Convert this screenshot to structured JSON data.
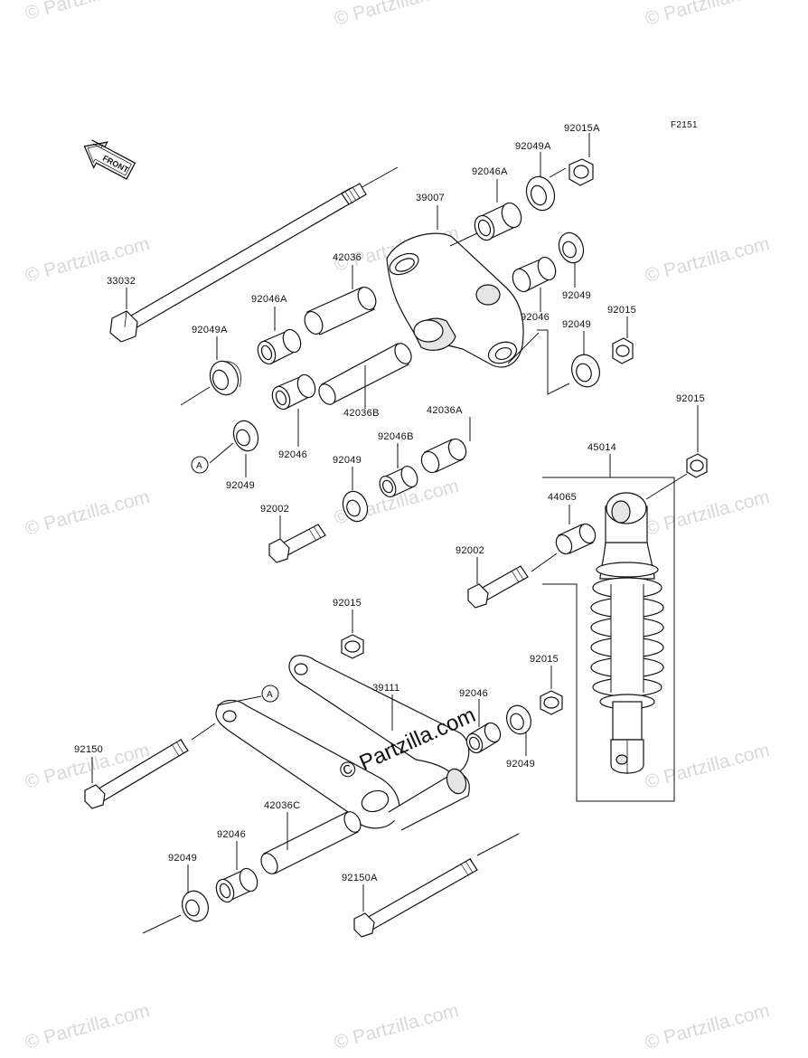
{
  "figure_code": "F2151",
  "front_arrow_text": "FRONT",
  "ref_marker": "A",
  "watermark": "© Partzilla.com",
  "watermark_center": "© Partzilla.com",
  "labels": {
    "p92015A": "92015A",
    "p92049A_top": "92049A",
    "p92046A_top": "92046A",
    "p39007": "39007",
    "p33032": "33032",
    "p42036": "42036",
    "p92046A_left": "92046A",
    "p92049A_left": "92049A",
    "p92049_r1": "92049",
    "p92046_r": "92046",
    "p92049_r2": "92049",
    "p92015_r": "92015",
    "p42036B": "42036B",
    "p42036A": "42036A",
    "p92046B": "92046B",
    "p92046_l": "92046",
    "p92049_l": "92049",
    "p92049_m": "92049",
    "p92002_l": "92002",
    "p92015_shock": "92015",
    "p45014": "45014",
    "p44065": "44065",
    "p92002_r": "92002",
    "p92015_mid": "92015",
    "p39111": "39111",
    "p92015_mr": "92015",
    "p92046_mr": "92046",
    "p92049_mr": "92049",
    "p92150": "92150",
    "p42036C": "42036C",
    "p92046_bl": "92046",
    "p92049_bl": "92049",
    "p92150A": "92150A"
  }
}
